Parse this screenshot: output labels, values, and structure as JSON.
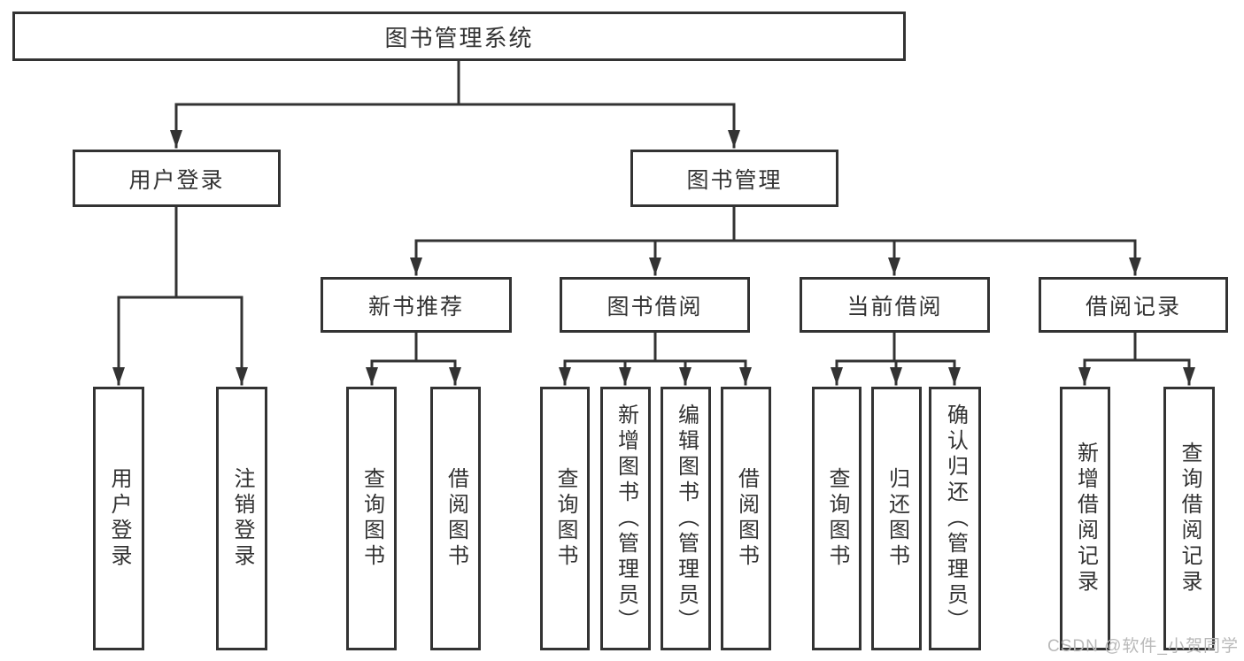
{
  "diagram": {
    "root": {
      "label": "图书管理系统",
      "children": [
        {
          "label": "用户登录",
          "children": [
            {
              "label": "用户登录"
            },
            {
              "label": "注销登录"
            }
          ]
        },
        {
          "label": "图书管理",
          "children": [
            {
              "label": "新书推荐",
              "children": [
                {
                  "label": "查询图书"
                },
                {
                  "label": "借阅图书"
                }
              ]
            },
            {
              "label": "图书借阅",
              "children": [
                {
                  "label": "查询图书"
                },
                {
                  "label": "新增图书（管理员）"
                },
                {
                  "label": "编辑图书（管理员）"
                },
                {
                  "label": "借阅图书"
                }
              ]
            },
            {
              "label": "当前借阅",
              "children": [
                {
                  "label": "查询图书"
                },
                {
                  "label": "归还图书"
                },
                {
                  "label": "确认归还（管理员）"
                }
              ]
            },
            {
              "label": "借阅记录",
              "children": [
                {
                  "label": "新增借阅记录"
                },
                {
                  "label": "查询借阅记录"
                }
              ]
            }
          ]
        }
      ]
    }
  },
  "colors": {
    "line": "#333333",
    "box_background": "#ffffff",
    "watermark": "#b9b9b9"
  },
  "watermark": {
    "text": "CSDN @软件_小贺同学"
  }
}
